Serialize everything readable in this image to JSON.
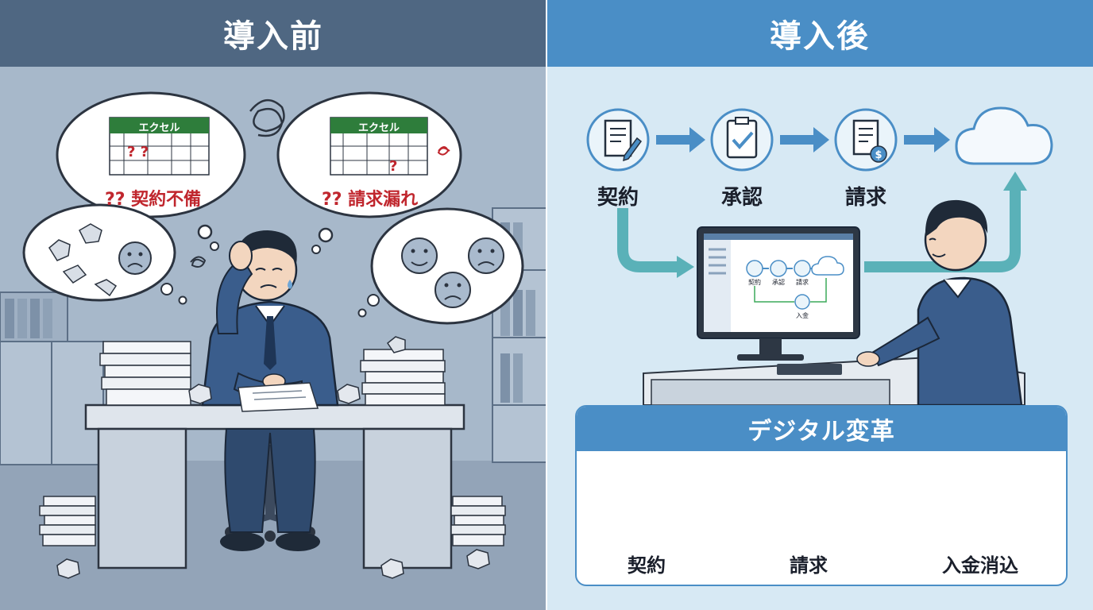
{
  "before": {
    "title": "導入前",
    "thoughts": [
      {
        "sheet_header": "エクセル",
        "caption": "?? 契約不備",
        "cell_marks": "? ?"
      },
      {
        "sheet_header": "エクセル",
        "caption": "?? 請求漏れ",
        "cell_marks": "?"
      }
    ]
  },
  "after": {
    "title": "導入後",
    "flow_steps": [
      {
        "label": "契約",
        "icon": "contract-pen-icon"
      },
      {
        "label": "承認",
        "icon": "clipboard-check-icon"
      },
      {
        "label": "請求",
        "icon": "invoice-dollar-icon"
      }
    ],
    "cloud_icon": "cloud-icon",
    "monitor_screen": {
      "steps": [
        "契約",
        "承認",
        "請求"
      ],
      "sub_step": "入金"
    },
    "digital_transformation": {
      "title": "デジタル変革",
      "steps": [
        {
          "label": "契約",
          "icon": "document-icon"
        },
        {
          "label": "請求",
          "icon": "receipt-icon"
        },
        {
          "label": "入金消込",
          "icon": "cash-dollar-icon"
        }
      ]
    }
  },
  "colors": {
    "before_header": "#4f6782",
    "after_header": "#4a8ec6",
    "arrow_blue": "#4a8ec6",
    "arrow_teal": "#5ab1b8",
    "arrow_green": "#3caa5a",
    "alert_red": "#c0262d",
    "excel_green": "#2e7d3b"
  }
}
